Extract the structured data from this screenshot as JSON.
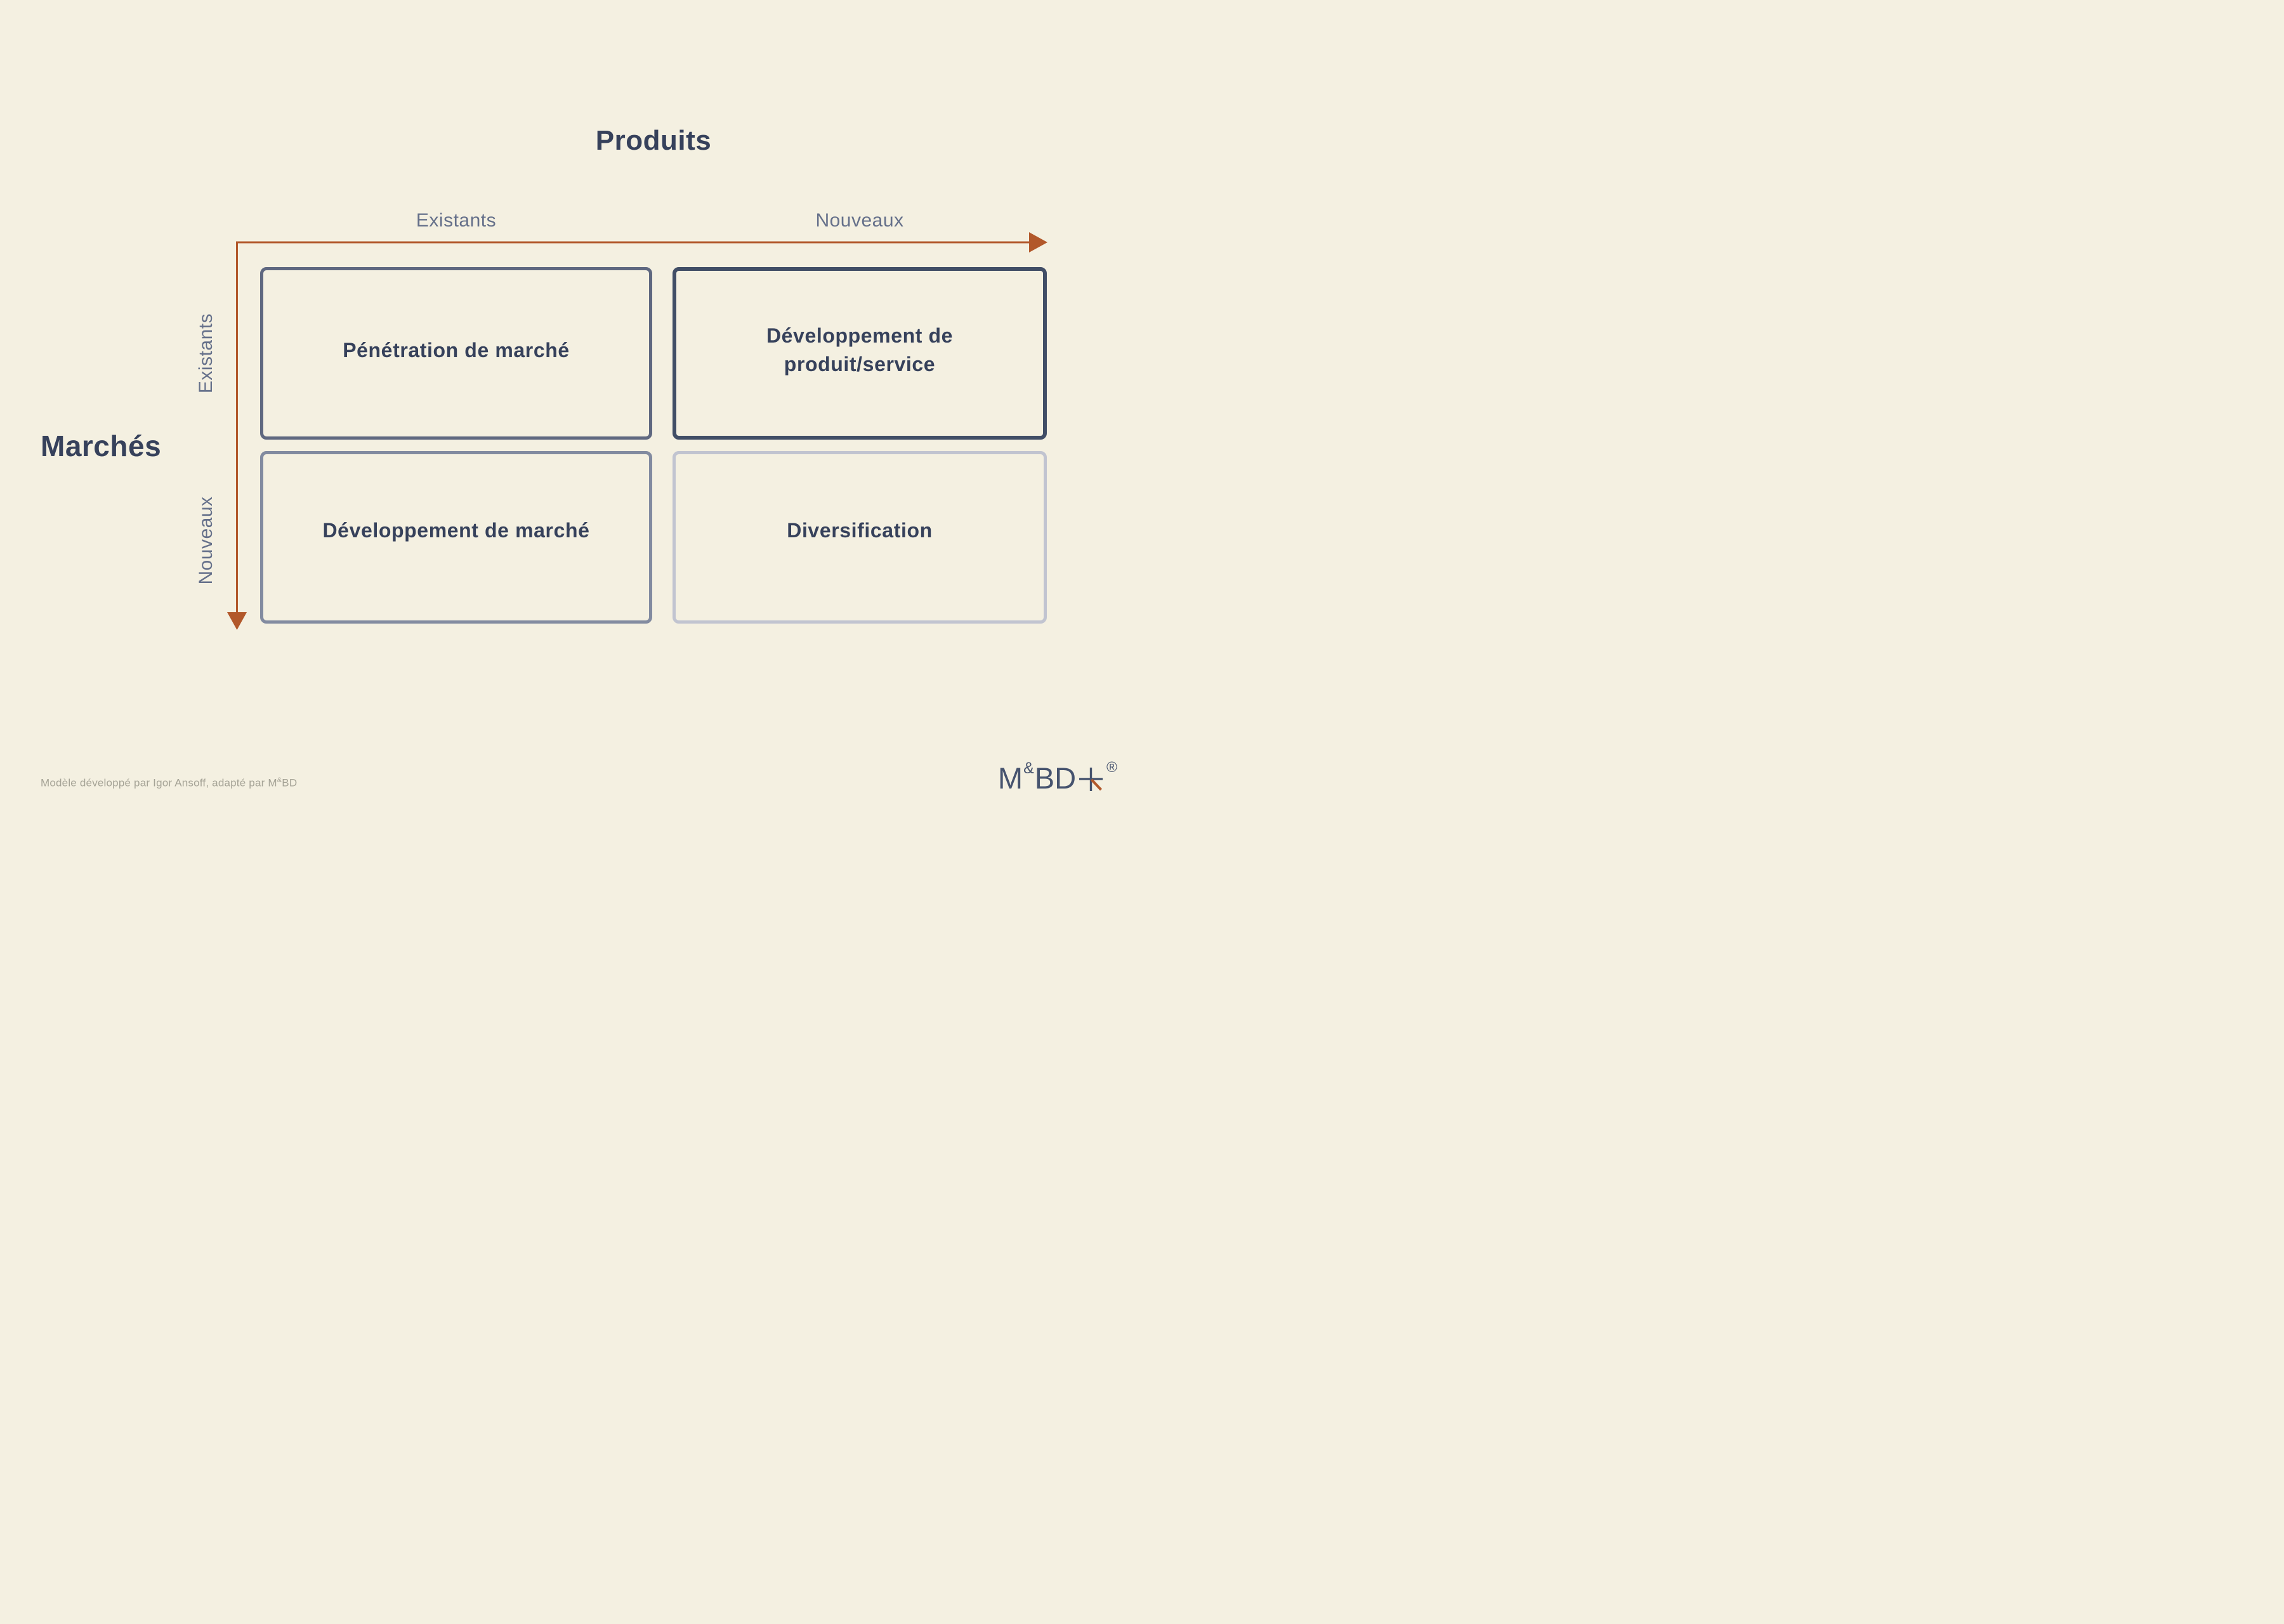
{
  "colors": {
    "background": "#f4f0e1",
    "heading": "#36415b",
    "axis_label": "#65708a",
    "arrow": "#b2582a",
    "quadrant_text": "#36415b",
    "border_top_left": "#5f6880",
    "border_top_right": "#414e66",
    "border_bottom_left": "#828ba0",
    "border_bottom_right": "#c1c4d0",
    "footer_text": "#a5a396",
    "logo": "#46536e"
  },
  "products_axis": {
    "title": "Produits",
    "existing_label": "Existants",
    "new_label": "Nouveaux"
  },
  "markets_axis": {
    "title": "Marchés",
    "existing_label": "Existants",
    "new_label": "Nouveaux"
  },
  "quadrants": {
    "top_left": {
      "label": "Pénétration de marché"
    },
    "top_right": {
      "label": "Développement de produit/service"
    },
    "bottom_left": {
      "label": "Développement de marché"
    },
    "bottom_right": {
      "label": "Diversification"
    }
  },
  "footer": {
    "credit_prefix": "Modèle développé par Igor Ansoff, adapté par M",
    "credit_sup": "&",
    "credit_suffix": "BD"
  },
  "logo": {
    "m": "M",
    "amp": "&",
    "bd": "BD",
    "registered": "®"
  },
  "icons": {
    "products_axis_arrow": "arrow-right",
    "markets_axis_arrow": "arrow-down",
    "logo_cross": "plus-cross-with-orange-diagonal"
  }
}
